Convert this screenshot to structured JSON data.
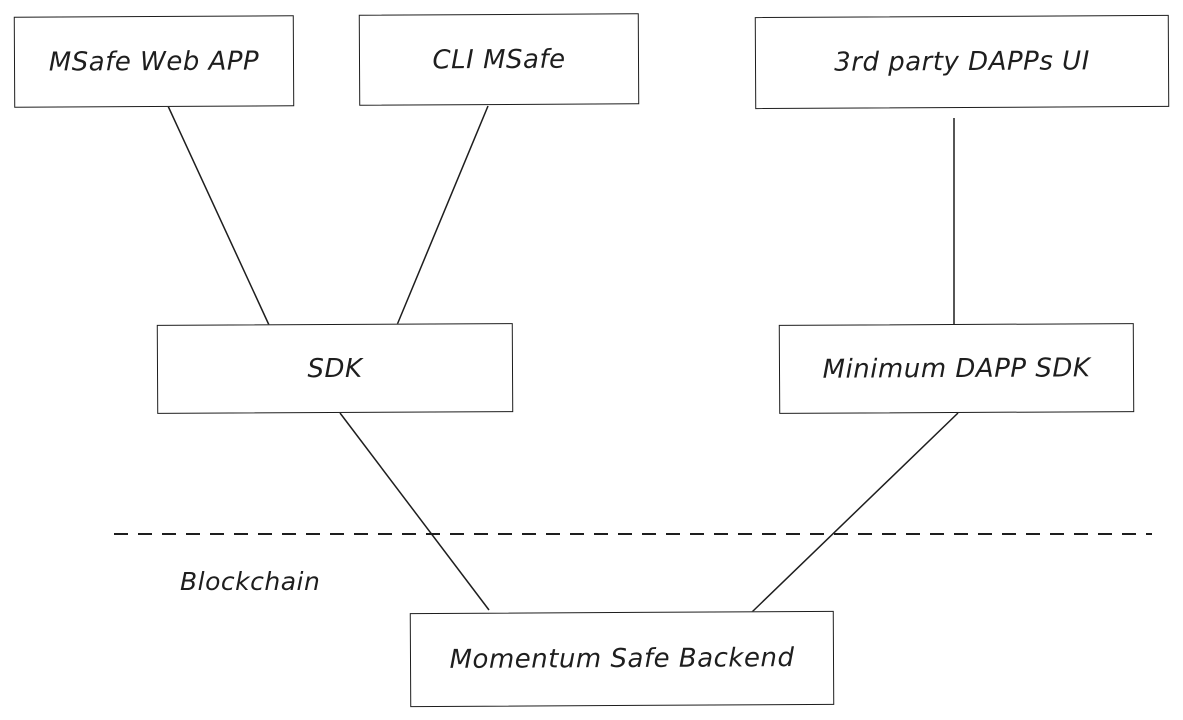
{
  "nodes": {
    "msafe_web_app": "MSafe Web APP",
    "cli_msafe": "CLI MSafe",
    "third_party_dapps_ui": "3rd party DAPPs UI",
    "sdk": "SDK",
    "minimum_dapp_sdk": "Minimum DAPP SDK",
    "momentum_safe_backend": "Momentum Safe Backend"
  },
  "labels": {
    "blockchain": "Blockchain"
  },
  "colors": {
    "stroke": "#1e1e1e",
    "background": "#ffffff"
  }
}
